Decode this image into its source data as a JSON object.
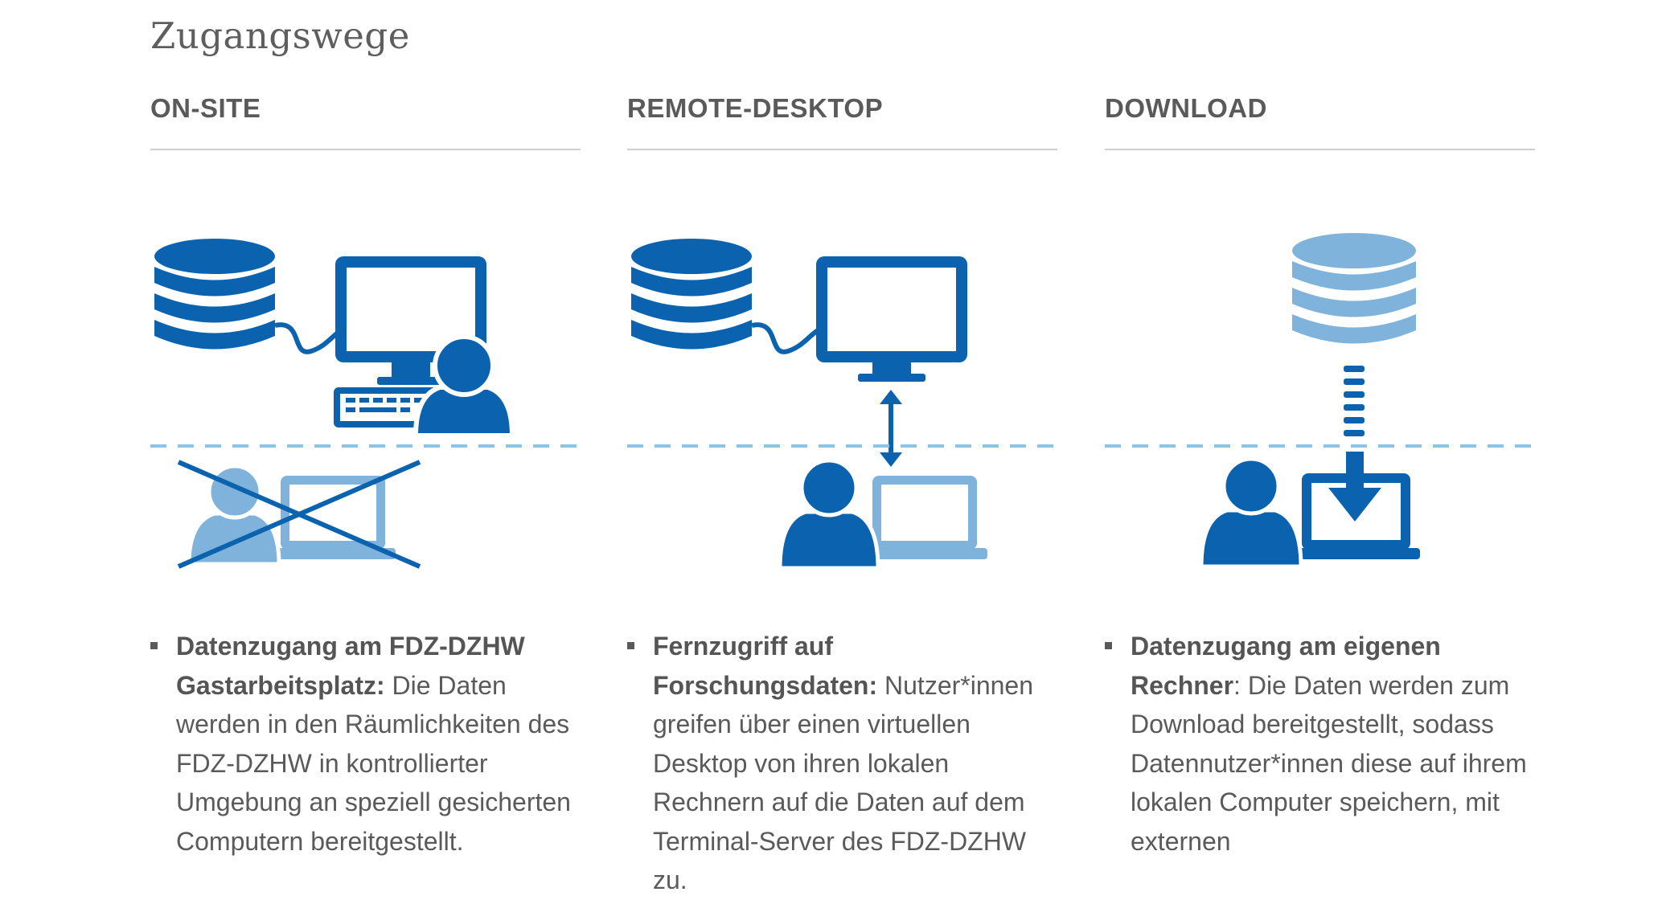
{
  "page": {
    "title": "Zugangswege"
  },
  "colors": {
    "dark_blue": "#0b63b0",
    "light_blue": "#7fb3db",
    "dashed_line": "#8fc3e3",
    "text": "#5a5a5a",
    "rule": "#cfcfcf"
  },
  "columns": [
    {
      "heading": "ON-SITE",
      "icons": [
        "database-icon",
        "monitor-icon",
        "keyboard-icon",
        "user-icon",
        "crossed-out-laptop-user-icon"
      ],
      "bold": "Datenzugang am FDZ-DZHW Gastarbeitsplatz:",
      "text": " Die Daten werden in den Räumlichkeiten des FDZ-DZHW in kontrollierter Umgebung an speziell gesicherten Computern bereitgestellt."
    },
    {
      "heading": "REMOTE-DESKTOP",
      "icons": [
        "database-icon",
        "monitor-icon",
        "double-arrow-icon",
        "user-icon",
        "laptop-icon"
      ],
      "bold": "Fernzugriff auf Forschungsdaten:",
      "text": " Nutzer*innen greifen über einen virtuellen Desktop von ihren lokalen Rechnern auf die Daten auf dem Terminal-Server des FDZ-DZHW zu."
    },
    {
      "heading": "DOWNLOAD",
      "icons": [
        "database-icon",
        "download-arrow-icon",
        "user-icon",
        "laptop-icon"
      ],
      "bold": "Datenzugang am eigenen Rechner",
      "text": ": Die Daten werden zum Download bereitgestellt, sodass Datennutzer*innen diese auf ihrem lokalen Computer speichern, mit externen"
    }
  ]
}
